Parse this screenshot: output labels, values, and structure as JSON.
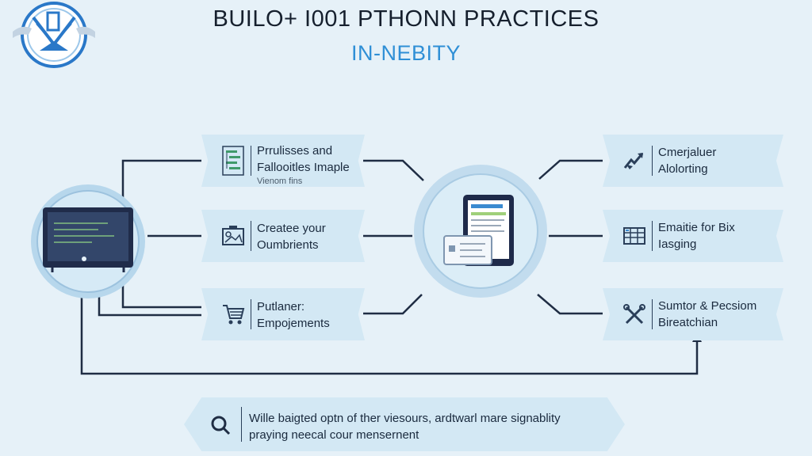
{
  "header": {
    "title": "BUILO+ I001 PTHONN PRACTICES",
    "subtitle": "IN-NEBITY"
  },
  "colors": {
    "background": "#e6f1f8",
    "card": "#d3e8f4",
    "accent": "#2f8fd6",
    "line": "#1f2d44"
  },
  "left_cards": [
    {
      "lines": [
        "Prrulisses and",
        "Fallooitles Imaple"
      ],
      "small": "Vienom fins",
      "icon": "tree-list-icon"
    },
    {
      "lines": [
        "Createe your",
        "Oumbrients"
      ],
      "icon": "image-frame-icon"
    },
    {
      "lines": [
        "Putlaner:",
        "Empojements"
      ],
      "icon": "cart-list-icon"
    }
  ],
  "right_cards": [
    {
      "lines": [
        "Cmerjaluer",
        "Alolorting"
      ],
      "icon": "plane-arrow-icon"
    },
    {
      "lines": [
        "Emaitie for Bix",
        "Iasging"
      ],
      "icon": "server-grid-icon"
    },
    {
      "lines": [
        "Sumtor & Pecsiom",
        "Bireatchian"
      ],
      "icon": "tools-icon"
    }
  ],
  "hubs": {
    "left": {
      "icon": "monitor-icon"
    },
    "center": {
      "icon": "tablet-documents-icon"
    }
  },
  "footer": {
    "lines": [
      "Wille baigted optn of ther viesours, ardtwarl mare signablity",
      "praying neecal cour mensernent"
    ],
    "icon": "search-icon"
  }
}
